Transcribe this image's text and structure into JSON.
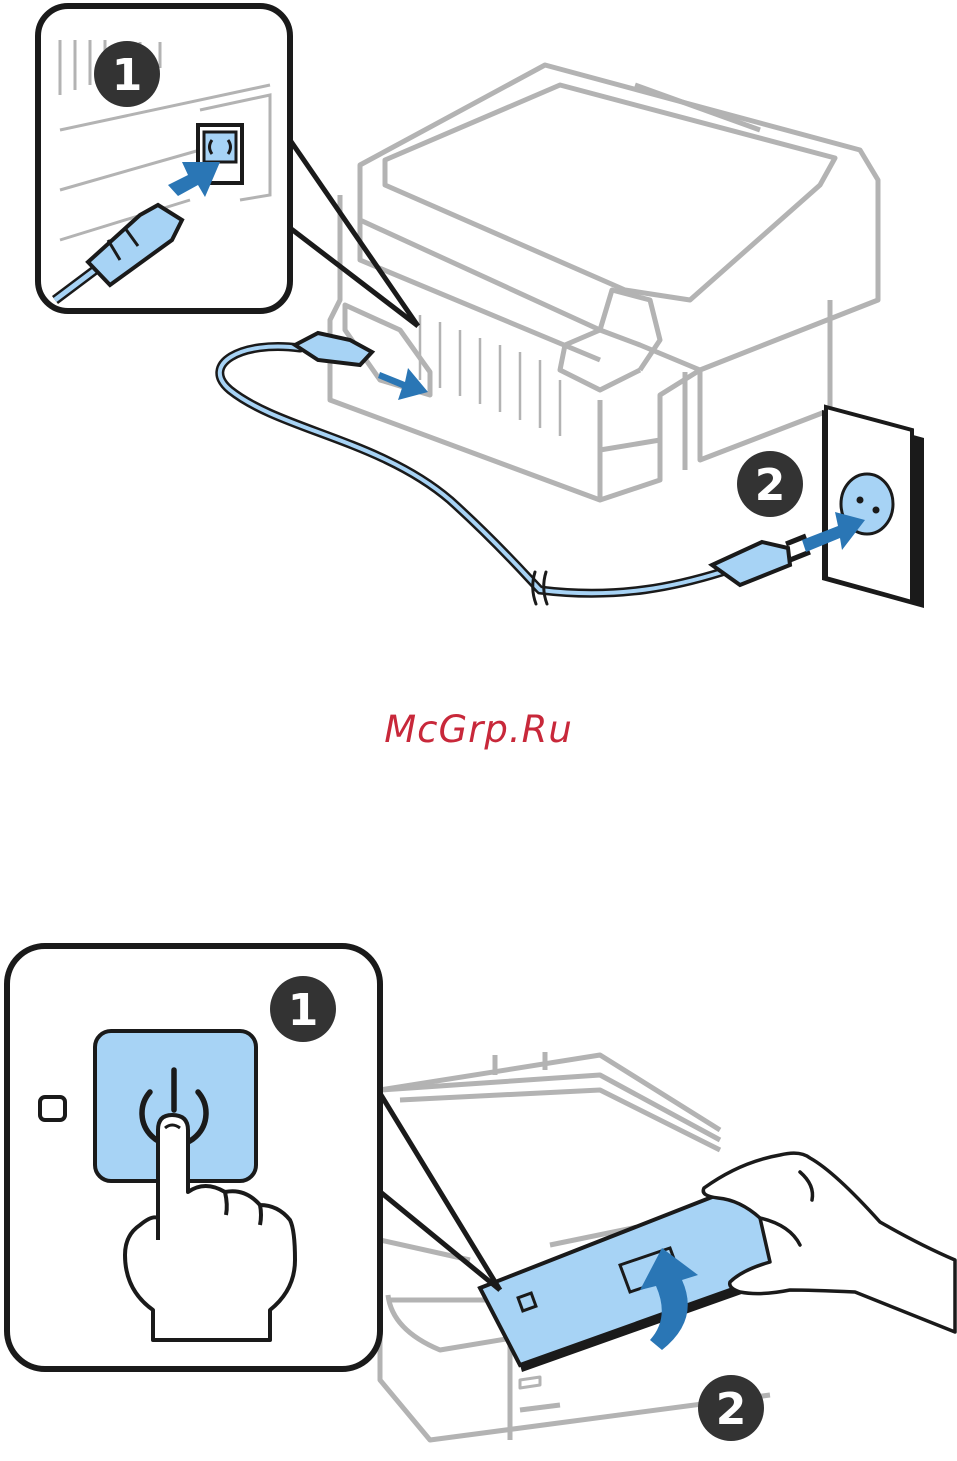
{
  "figure_top": {
    "steps": [
      {
        "label": "1",
        "description": "plug-power-cord-into-printer-inlet"
      },
      {
        "label": "2",
        "description": "plug-power-cord-into-wall-outlet"
      }
    ]
  },
  "watermark": {
    "text": "McGrp.Ru"
  },
  "figure_bottom": {
    "steps": [
      {
        "label": "1",
        "description": "press-power-button"
      },
      {
        "label": "2",
        "description": "raise-control-panel"
      }
    ]
  },
  "colors": {
    "line": "#1a1a1a",
    "printer_outline": "#b3b3b3",
    "light_blue": "#a7d3f5",
    "arrow_blue": "#2a76b5",
    "badge": "#333333",
    "watermark": "#c8283a"
  },
  "icons": [
    "power-icon",
    "ac-inlet-icon",
    "wall-outlet-icon",
    "plug-icon",
    "hand-icon",
    "finger-icon",
    "curved-arrow-icon"
  ]
}
